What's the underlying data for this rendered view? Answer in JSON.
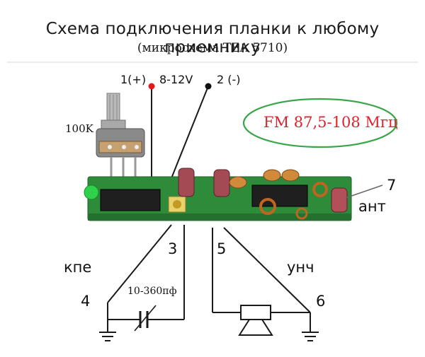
{
  "title": "Схема подключения планки к любому приемнику",
  "subtitle": "(микросхема TEA 5710)",
  "labels": {
    "pin1": "1(+)",
    "voltage": "8-12V",
    "pin2": "2 (-)",
    "pot": "100K",
    "band": "FM 87,5-108 Мгц",
    "pin7": "7",
    "antenna": "ант",
    "pin3": "3",
    "pin5": "5",
    "kpe": "кпе",
    "unch": "унч",
    "pin4": "4",
    "pin6": "6",
    "capacitor": "10-360пф"
  },
  "colors": {
    "pcb": "#2e8b3a",
    "band_border": "#3aa64a",
    "band_text": "#e2202a",
    "pin1_dot": "#e01b1b",
    "wire": "#1a1a1a"
  }
}
